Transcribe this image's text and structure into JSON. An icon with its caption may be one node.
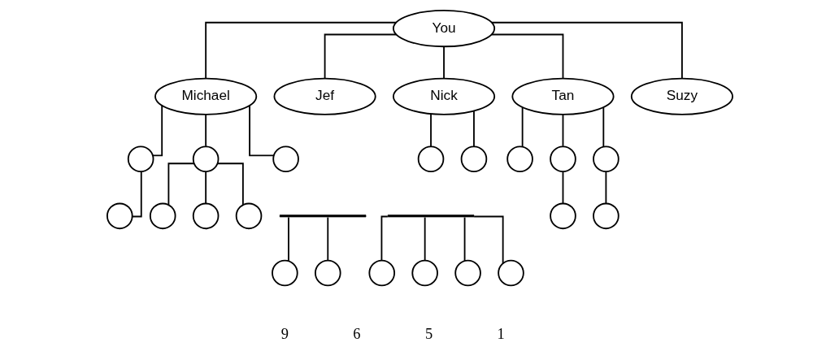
{
  "diagram": {
    "nodes": [
      {
        "text": [
          "You"
        ]
      },
      {
        "text": [
          "Michael"
        ]
      },
      {
        "text": [
          "Jef"
        ]
      },
      {
        "text": [
          "Nick"
        ]
      },
      {
        "text": [
          "Tan"
        ]
      },
      {
        "text": [
          "Suzy"
        ]
      },
      {
        "text": [],
        "shape": "circle"
      },
      {
        "text": [],
        "shape": "circle"
      },
      {
        "text": [],
        "shape": "circle"
      },
      {
        "text": [],
        "shape": "circle"
      },
      {
        "text": [],
        "shape": "circle"
      },
      {
        "text": [],
        "shape": "circle"
      },
      {
        "text": [],
        "shape": "circle"
      },
      {
        "text": [],
        "shape": "bar"
      },
      {
        "text": [],
        "shape": "circle"
      },
      {
        "text": [],
        "shape": "circle"
      },
      {
        "text": [],
        "shape": "circle"
      },
      {
        "text": [],
        "shape": "circle"
      },
      {
        "text": [],
        "shape": "bar"
      },
      {
        "text": [],
        "shape": "circle"
      },
      {
        "text": [],
        "shape": "circle"
      },
      {
        "text": [],
        "shape": "circle"
      },
      {
        "text": [],
        "shape": "circle"
      },
      {
        "text": [],
        "shape": "circle"
      },
      {
        "text": [],
        "shape": "circle"
      },
      {
        "text": [],
        "shape": "circle"
      },
      {
        "text": [],
        "shape": "circle"
      },
      {
        "text": [],
        "shape": "circle"
      }
    ],
    "edges": [
      {
        "from": 0,
        "to": 1,
        "arrow": "none"
      },
      {
        "from": 0,
        "to": 2,
        "arrow": "none"
      },
      {
        "from": 0,
        "to": 3,
        "arrow": "none"
      },
      {
        "from": 0,
        "to": 4,
        "arrow": "none"
      },
      {
        "from": 0,
        "to": 5,
        "arrow": "none"
      },
      {
        "from": 1,
        "to": 6,
        "arrow": "none"
      },
      {
        "from": 1,
        "to": 7,
        "arrow": "none"
      },
      {
        "from": 1,
        "to": 8,
        "arrow": "none"
      },
      {
        "from": 6,
        "to": 9,
        "arrow": "none"
      },
      {
        "from": 7,
        "to": 10,
        "arrow": "none"
      },
      {
        "from": 7,
        "to": 11,
        "arrow": "none"
      },
      {
        "from": 7,
        "to": 12,
        "arrow": "none"
      },
      {
        "from": 13,
        "to": 14,
        "arrow": "none"
      },
      {
        "from": 13,
        "to": 15,
        "arrow": "none"
      },
      {
        "from": 3,
        "to": 16,
        "arrow": "none"
      },
      {
        "from": 3,
        "to": 17,
        "arrow": "none"
      },
      {
        "from": 18,
        "to": 19,
        "arrow": "none"
      },
      {
        "from": 18,
        "to": 20,
        "arrow": "none"
      },
      {
        "from": 18,
        "to": 21,
        "arrow": "none"
      },
      {
        "from": 18,
        "to": 22,
        "arrow": "none"
      },
      {
        "from": 4,
        "to": 23,
        "arrow": "none"
      },
      {
        "from": 4,
        "to": 24,
        "arrow": "none"
      },
      {
        "from": 4,
        "to": 25,
        "arrow": "none"
      },
      {
        "from": 24,
        "to": 26,
        "arrow": "none"
      },
      {
        "from": 25,
        "to": 27,
        "arrow": "none"
      }
    ],
    "labels": [
      "9",
      "6",
      "5",
      "1"
    ]
  }
}
